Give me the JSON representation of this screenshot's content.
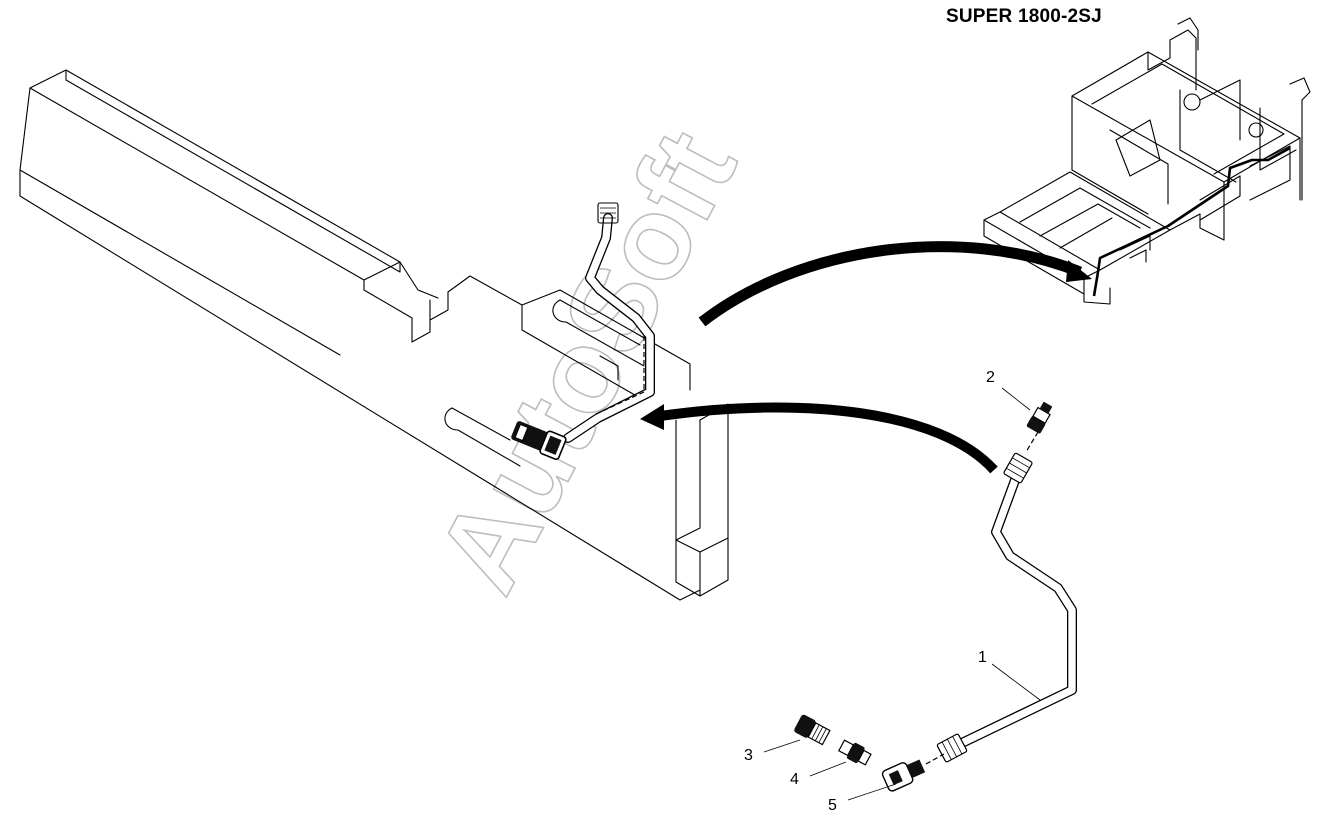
{
  "title": "SUPER 1800-2SJ",
  "watermark": "AutoSoft",
  "callouts": [
    {
      "id": "1",
      "label": "1"
    },
    {
      "id": "2",
      "label": "2"
    },
    {
      "id": "3",
      "label": "3"
    },
    {
      "id": "4",
      "label": "4"
    },
    {
      "id": "5",
      "label": "5"
    }
  ],
  "colors": {
    "line": "#000000",
    "watermark": "#bdbdbd",
    "background": "#ffffff"
  }
}
